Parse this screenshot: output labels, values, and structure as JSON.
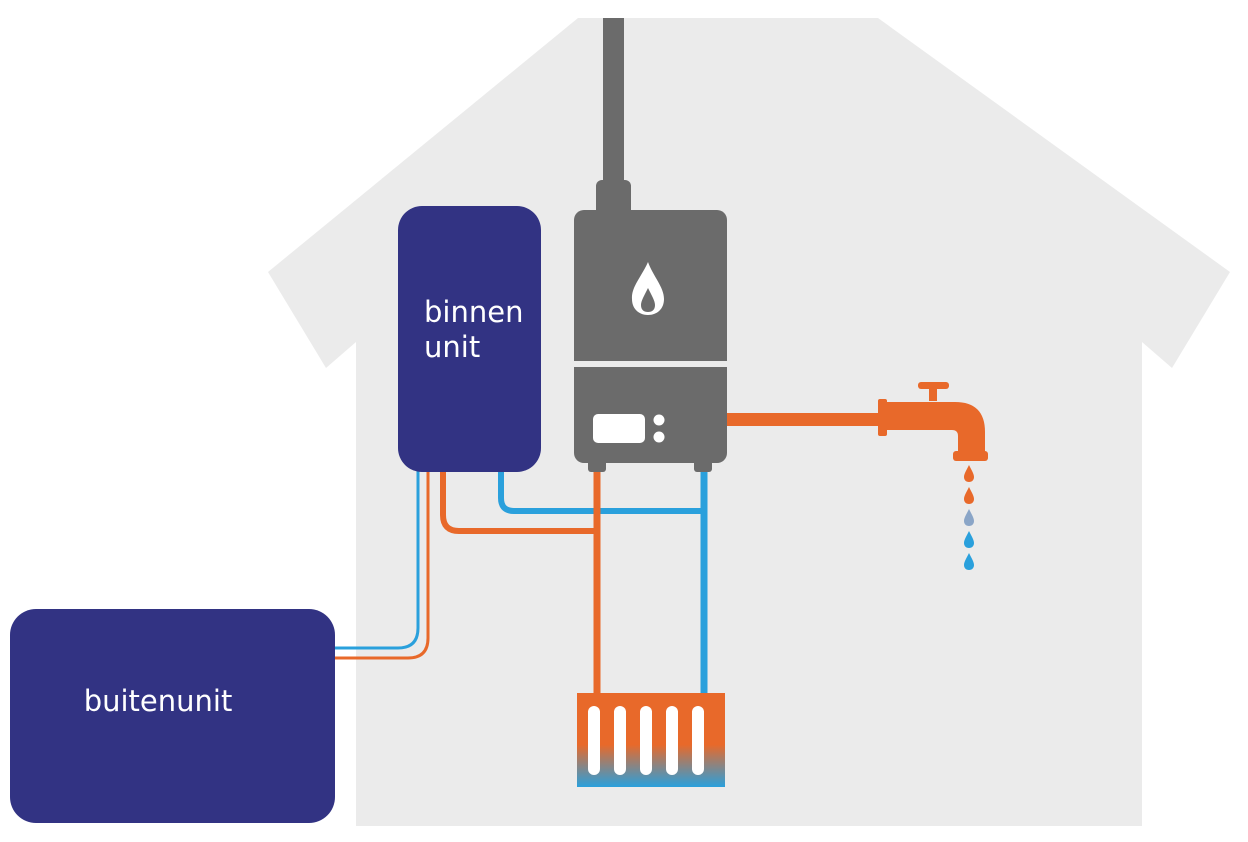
{
  "labels": {
    "indoor_unit_line1": "binnen",
    "indoor_unit_line2": "unit",
    "outdoor_unit": "buitenunit"
  },
  "colors": {
    "house": "#ebebeb",
    "unit": "#323383",
    "boiler": "#6b6b6b",
    "hot_pipe": "#e8692a",
    "cold_pipe": "#2aa0dc",
    "white": "#ffffff"
  },
  "icons": {
    "boiler_flame": "flame-icon",
    "tap": "faucet-icon",
    "drops": "water-drop-icon"
  }
}
